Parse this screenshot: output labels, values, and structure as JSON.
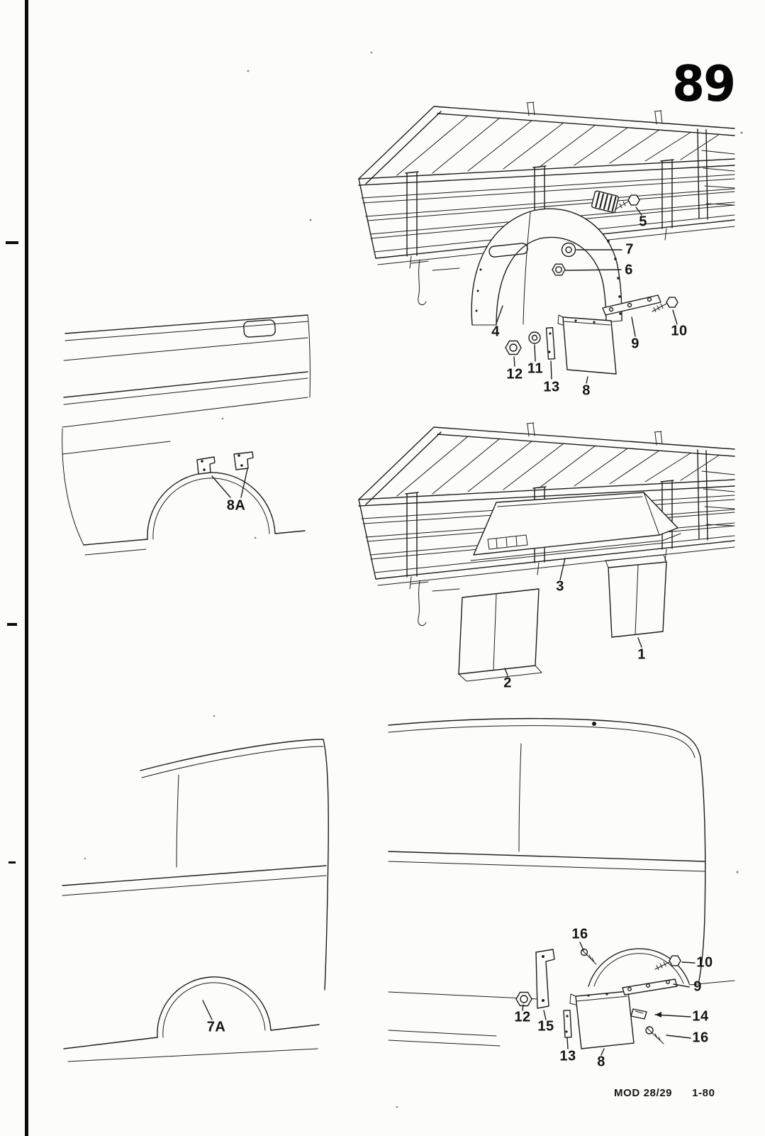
{
  "page": {
    "number": "89",
    "footer_left": "MOD 28/29",
    "footer_right": "1-80"
  },
  "callouts": {
    "fig_top": {
      "n5": "5",
      "n7": "7",
      "n6": "6",
      "n4": "4",
      "n10": "10",
      "n9": "9",
      "n12": "12",
      "n11": "11",
      "n13": "13",
      "n8": "8"
    },
    "fig_pickup_side": {
      "n8a": "8A"
    },
    "fig_mid": {
      "n3": "3",
      "n2": "2",
      "n1": "1"
    },
    "fig_van_left": {
      "n7a": "7A"
    },
    "fig_van_right": {
      "n16a": "16",
      "n10": "10",
      "n9": "9",
      "n14": "14",
      "n16b": "16",
      "n12": "12",
      "n15": "15",
      "n13": "13",
      "n8": "8"
    }
  }
}
